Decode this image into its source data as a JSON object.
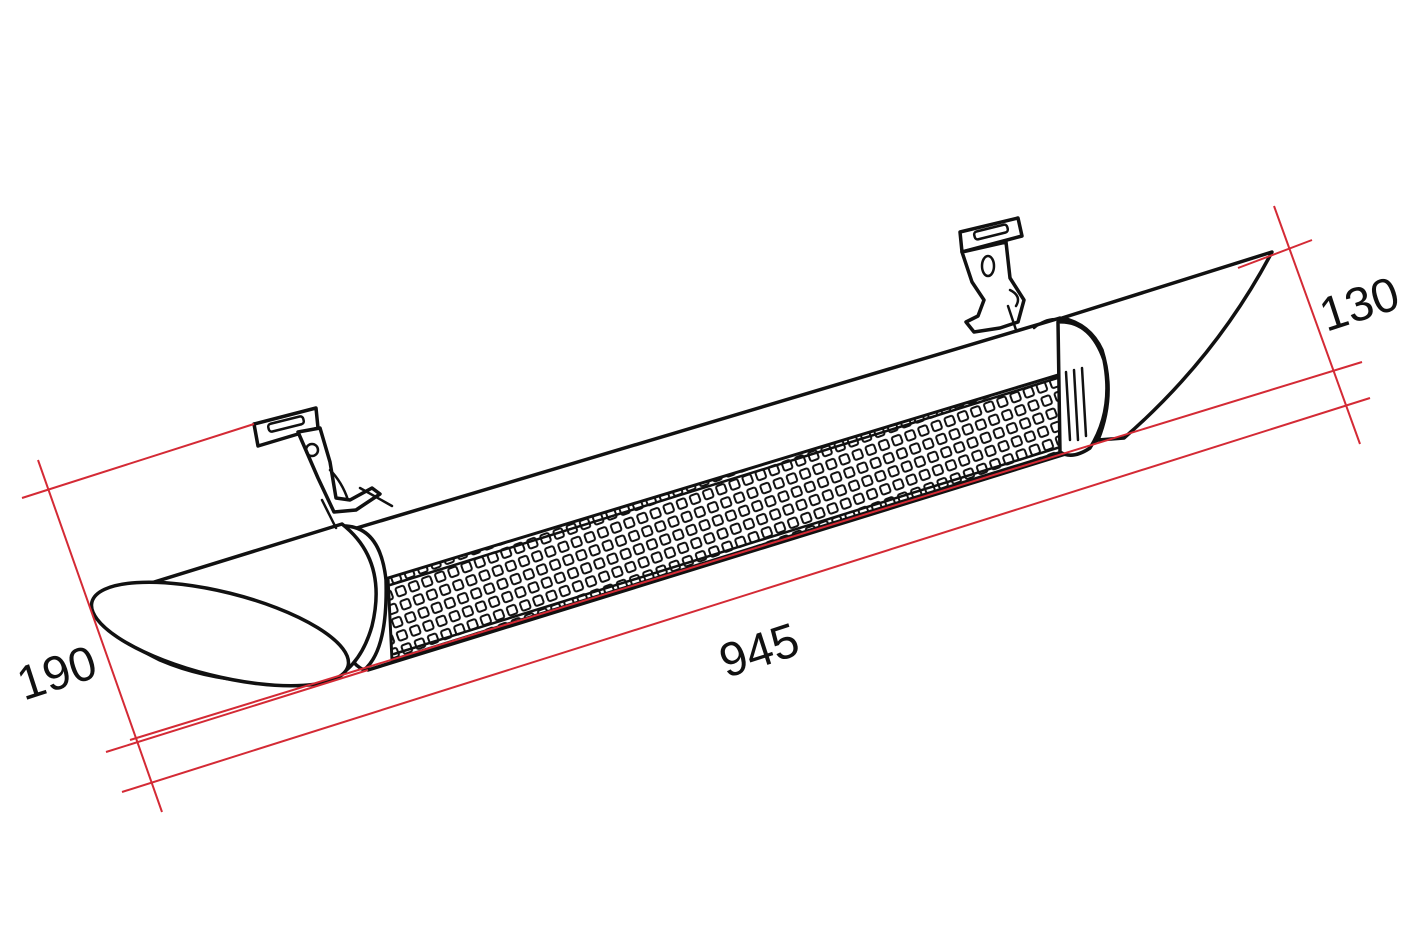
{
  "dimensions": {
    "length": "945",
    "height_left": "190",
    "height_right": "130"
  },
  "colors": {
    "dimension_line": "#d42a35",
    "outline": "#111111",
    "background": "#ffffff"
  },
  "icons": {
    "product": "infrared-heater-icon",
    "bracket": "mounting-bracket-icon"
  }
}
